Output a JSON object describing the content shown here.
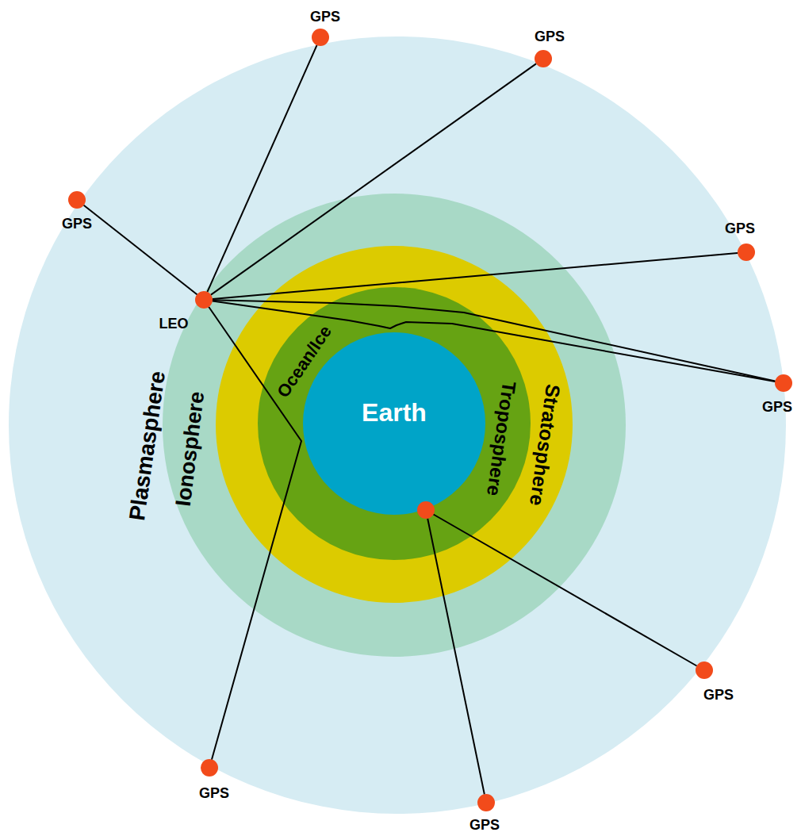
{
  "diagram": {
    "nodes": [
      {
        "text": [
          "Plasmasphere"
        ]
      },
      {
        "text": [
          "Ionosphere"
        ],
        "in": 0
      },
      {
        "text": [
          "Stratosphere"
        ],
        "in": 1
      },
      {
        "text": [
          "Troposphere"
        ],
        "in": 2
      },
      {
        "text": [
          "Earth"
        ],
        "in": 3
      },
      {
        "text": [
          "GPS"
        ]
      },
      {
        "text": [
          "GPS"
        ]
      },
      {
        "text": [
          "GPS"
        ]
      },
      {
        "text": [
          "GPS"
        ]
      },
      {
        "text": [
          "LEO"
        ]
      },
      {
        "text": [
          "GPS"
        ]
      },
      {
        "text": [
          "GPS"
        ]
      },
      {
        "text": [
          "GPS"
        ]
      },
      {
        "text": [
          "GPS"
        ]
      }
    ],
    "edges": [
      {
        "from": 9,
        "to": 5,
        "arrow": "none"
      },
      {
        "from": 9,
        "to": 6,
        "arrow": "none"
      },
      {
        "from": 9,
        "to": 7,
        "arrow": "none"
      },
      {
        "from": 9,
        "to": 8,
        "arrow": "none"
      },
      {
        "from": 9,
        "to": 10,
        "arrow": "none"
      },
      {
        "from": 9,
        "to": 10,
        "arrow": "none"
      },
      {
        "from": 9,
        "to": 12,
        "arrow": "none"
      }
    ],
    "labels": [
      "Ocean/Ice"
    ]
  }
}
